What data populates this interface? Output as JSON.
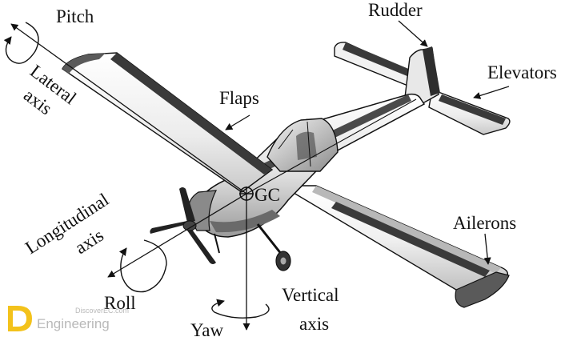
{
  "labels": {
    "pitch": "Pitch",
    "lateral_axis_1": "Lateral",
    "lateral_axis_2": "axis",
    "rudder": "Rudder",
    "elevators": "Elevators",
    "flaps": "Flaps",
    "gc": "GC",
    "longitudinal_axis_1": "Longitudinal",
    "longitudinal_axis_2": "axis",
    "ailerons": "Ailerons",
    "roll": "Roll",
    "vertical_axis_1": "Vertical",
    "vertical_axis_2": "axis",
    "yaw": "Yaw"
  },
  "watermark": {
    "line1": "DiscoverEC.com",
    "line2": "Engineering"
  },
  "colors": {
    "line": "#111111",
    "wing_light": "#f4f4f4",
    "wing_shade": "#c8c8c8",
    "wing_dark": "#3a3a3a",
    "logo_yellow": "#f3c21b"
  }
}
